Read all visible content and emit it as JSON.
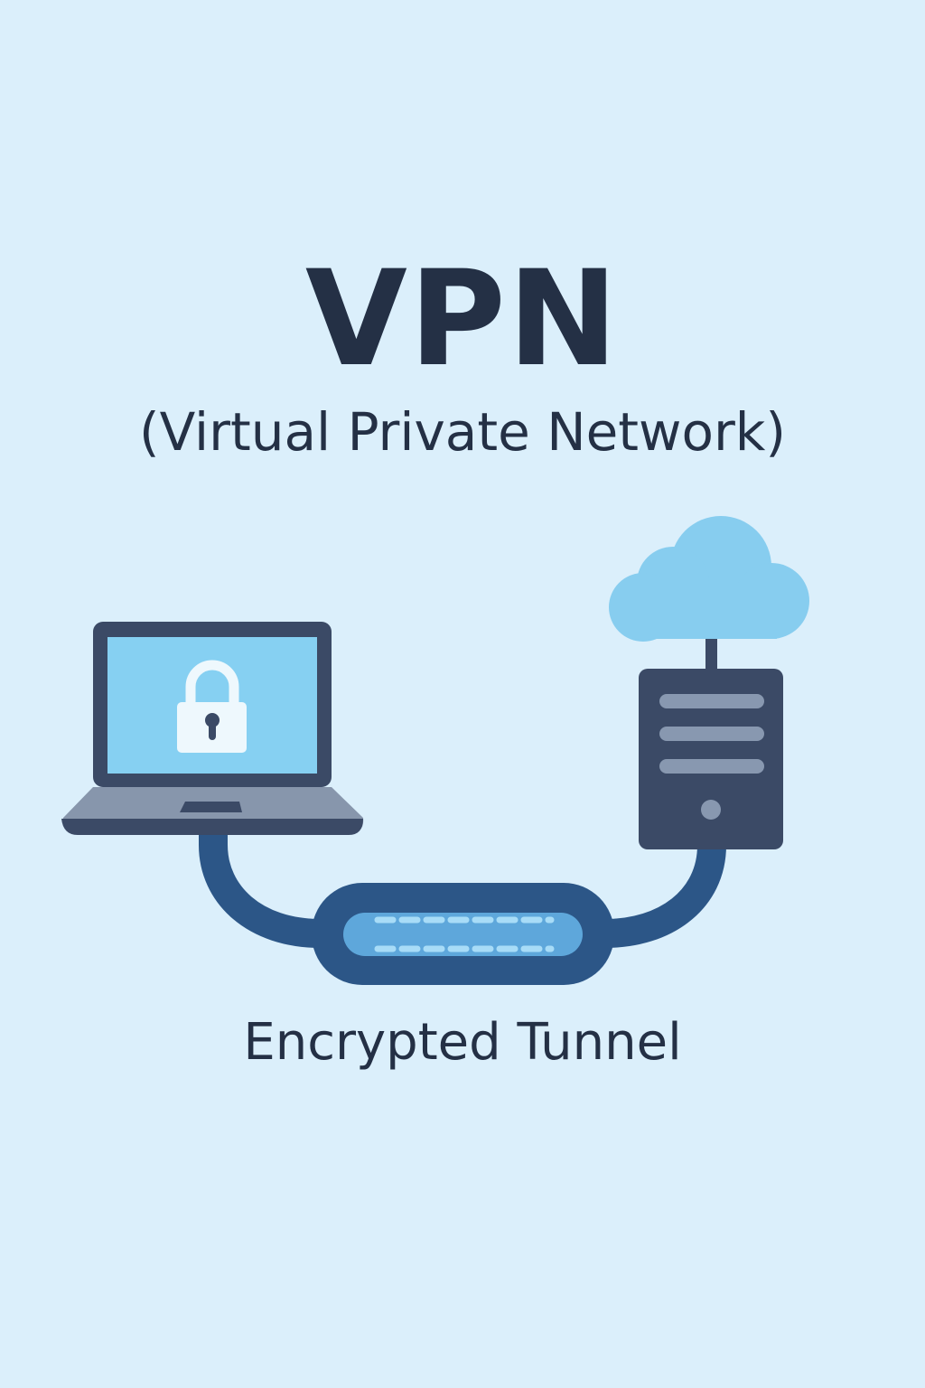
{
  "header": {
    "title": "VPN",
    "subtitle": "(Virtual Private Network)"
  },
  "diagram": {
    "caption": "Encrypted Tunnel",
    "nodes": [
      {
        "id": "laptop",
        "icon": "laptop-icon"
      },
      {
        "id": "lock",
        "icon": "padlock-icon"
      },
      {
        "id": "server",
        "icon": "server-icon"
      },
      {
        "id": "cloud",
        "icon": "cloud-icon"
      },
      {
        "id": "tunnel",
        "icon": "tunnel-icon"
      }
    ]
  },
  "colors": {
    "background": "#dbeffb",
    "text": "#243045",
    "dark_navy": "#3b4a66",
    "screen_blue": "#86d0f2",
    "cable_blue": "#2c5687",
    "tunnel_inner": "#5ea7db",
    "dash": "#a8dcf7",
    "server_bar": "#8898b0",
    "cloud": "#87cdef",
    "laptop_base": "#8796ac"
  }
}
